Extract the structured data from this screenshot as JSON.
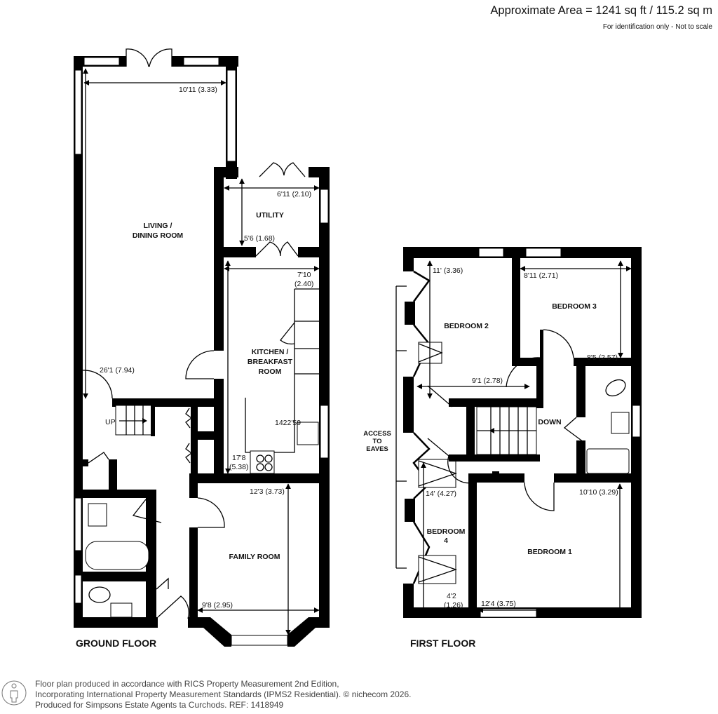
{
  "header": {
    "area": "Approximate Area = 1241 sq ft / 115.2 sq m",
    "disclaimer": "For identification only - Not to scale"
  },
  "ground_floor": {
    "label": "GROUND FLOOR",
    "rooms": {
      "living": [
        "LIVING /",
        "DINING ROOM"
      ],
      "utility": "UTILITY",
      "kitchen": [
        "KITCHEN /",
        "BREAKFAST",
        "ROOM"
      ],
      "family": "FAMILY ROOM",
      "stairs": "UP"
    },
    "dimensions": {
      "living_width": "10'11 (3.33)",
      "living_length": "26'1 (7.94)",
      "utility_width": "6'11 (2.10)",
      "utility_length": "5'6 (1.68)",
      "kitchen_width": [
        "7'10",
        "(2.40)"
      ],
      "kitchen_length": [
        "17'8",
        "(5.38)"
      ],
      "kitchen_misc": "1422'59",
      "family_length": "12'3 (3.73)",
      "family_width": "9'8 (2.95)"
    }
  },
  "first_floor": {
    "label": "FIRST FLOOR",
    "rooms": {
      "bedroom1": "BEDROOM 1",
      "bedroom2": "BEDROOM 2",
      "bedroom3": "BEDROOM 3",
      "bedroom4": [
        "BEDROOM",
        "4"
      ],
      "eaves": [
        "ACCESS",
        "TO",
        "EAVES"
      ],
      "stairs": "DOWN"
    },
    "dimensions": {
      "bed2_length": "11' (3.36)",
      "bed2_width": "9'1 (2.78)",
      "bed3_width": "8'11 (2.71)",
      "bed3_length": "8'5 (2.57)",
      "bed4_length": "14' (4.27)",
      "bed4_width": [
        "4'2",
        "(1.26)"
      ],
      "bed1_length": "10'10 (3.29)",
      "bed1_width": "12'4 (3.75)"
    }
  },
  "footer": {
    "lines": [
      "Floor plan produced in accordance with RICS Property Measurement 2nd Edition,",
      "Incorporating International Property Measurement Standards (IPMS2 Residential).   © nichecom 2026.",
      "Produced for Simpsons Estate Agents ta Curchods.   REF: 1418949"
    ]
  }
}
